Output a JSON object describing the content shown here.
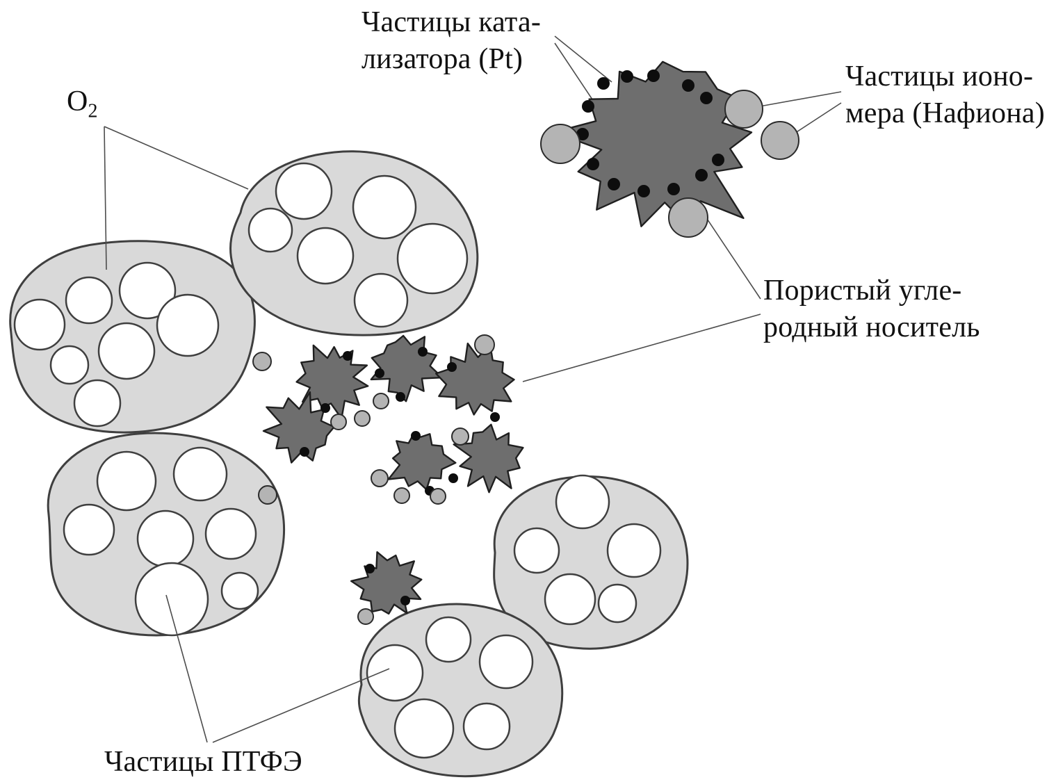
{
  "labels": {
    "catalyst": {
      "line1": "Частицы ката-",
      "line2": "лизатора (Pt)"
    },
    "ionomer": {
      "line1": "Частицы ионо-",
      "line2": "мера (Нафиона)"
    },
    "oxygen": {
      "symbol": "O",
      "subscript": "2"
    },
    "carbon": {
      "line1": "Пористый угле-",
      "line2": "родный носитель"
    },
    "ptfe": {
      "text": "Частицы ПТФЭ"
    }
  },
  "colors": {
    "background": "#ffffff",
    "blob_fill": "#d9d9d9",
    "blob_stroke": "#3f3f3f",
    "pore_fill": "#ffffff",
    "carbon_fill": "#6e6e6e",
    "carbon_stroke": "#1f1f1f",
    "pt_dot": "#0d0d0d",
    "ionomer_fill": "#b4b4b4",
    "ionomer_stroke": "#2b2b2b",
    "line": "#4d4d4d",
    "text": "#111111"
  }
}
